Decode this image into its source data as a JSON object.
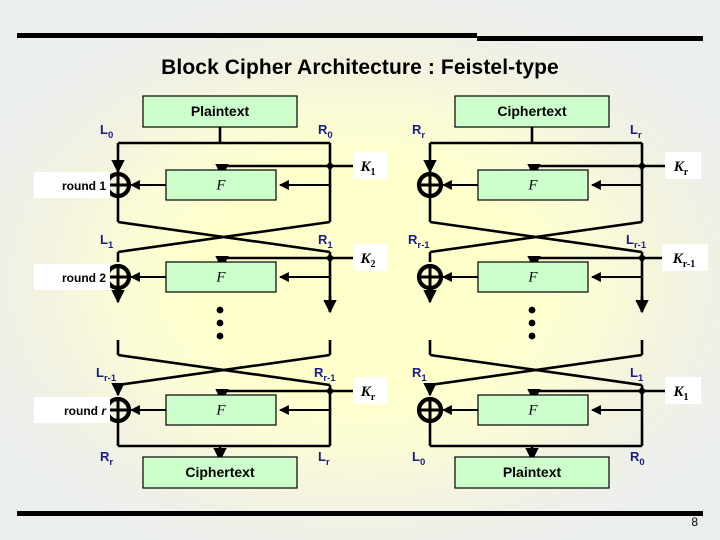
{
  "slide": {
    "title": "Block Cipher Architecture : Feistel-type",
    "page_number": "8",
    "colors": {
      "box_fill": "#ccffcc",
      "box_stroke": "#000000",
      "label_blue": "#1a1a8c",
      "background_center": "#ffffcc",
      "background_edge": "#eceff0",
      "wire": "#000000"
    }
  },
  "encryption": {
    "name": "encryption-pipeline",
    "top_box": "Plaintext",
    "bottom_box": "Ciphertext",
    "top_left_label": "L",
    "top_left_sub": "0",
    "top_right_label": "R",
    "top_right_sub": "0",
    "bottom_left_label": "R",
    "bottom_left_sub": "r",
    "bottom_right_label": "L",
    "bottom_right_sub": "r",
    "f_label": "F",
    "rounds": [
      {
        "round_label": "round ",
        "round_index": "1",
        "round_index_italic": false,
        "key_label": "K",
        "key_sub": "1",
        "out_left_label": "L",
        "out_left_sub": "1",
        "out_right_label": "R",
        "out_right_sub": "1"
      },
      {
        "round_label": "round ",
        "round_index": "2",
        "round_index_italic": false,
        "key_label": "K",
        "key_sub": "2",
        "out_left_label": "L",
        "out_left_sub": "r-1",
        "out_right_label": "R",
        "out_right_sub": "r-1"
      },
      {
        "round_label": "round ",
        "round_index": "r",
        "round_index_italic": true,
        "key_label": "K",
        "key_sub": "r",
        "out_left_label": "R",
        "out_left_sub": "r",
        "out_right_label": "L",
        "out_right_sub": "r"
      }
    ]
  },
  "decryption": {
    "name": "decryption-pipeline",
    "top_box": "Ciphertext",
    "bottom_box": "Plaintext",
    "top_left_label": "R",
    "top_left_sub": "r",
    "top_right_label": "L",
    "top_right_sub": "r",
    "bottom_left_label": "L",
    "bottom_left_sub": "0",
    "bottom_right_label": "R",
    "bottom_right_sub": "0",
    "f_label": "F",
    "rounds": [
      {
        "key_label": "K",
        "key_sub": "r",
        "out_left_label": "R",
        "out_left_sub": "r-1",
        "out_right_label": "L",
        "out_right_sub": "r-1"
      },
      {
        "key_label": "K",
        "key_sub": "r-1",
        "out_left_label": "R",
        "out_left_sub": "1",
        "out_right_label": "L",
        "out_right_sub": "1"
      },
      {
        "key_label": "K",
        "key_sub": "1",
        "out_left_label": "L",
        "out_left_sub": "0",
        "out_right_label": "R",
        "out_right_sub": "0"
      }
    ]
  }
}
